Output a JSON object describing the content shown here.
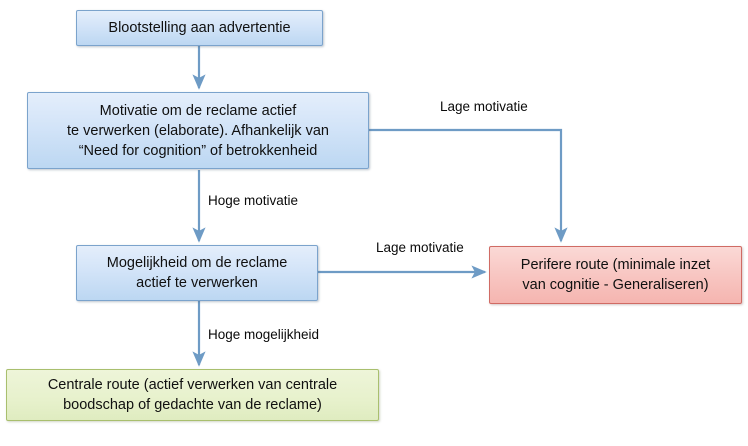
{
  "diagram": {
    "title": "Elaboration Likelihood Model flowchart",
    "language": "nl",
    "colors": {
      "node_blue_fill": "#d3e4f8",
      "node_blue_border": "#7ba3cc",
      "node_pink_fill": "#f8c6c2",
      "node_pink_border": "#d06b64",
      "node_green_fill": "#e7f1cc",
      "node_green_border": "#a9bf6e",
      "connector": "#6e9bc5",
      "text": "#101010",
      "background": "#ffffff"
    },
    "nodes": {
      "exposure": {
        "id": "exposure",
        "label": "Blootstelling aan advertentie",
        "type": "process",
        "color": "blue"
      },
      "motivation": {
        "id": "motivation",
        "label": "Motivatie om de reclame actief\nte verwerken (elaborate). Afhankelijk van\n“Need for cognition” of betrokkenheid",
        "type": "decision",
        "color": "blue"
      },
      "ability": {
        "id": "ability",
        "label": "Mogelijkheid om de reclame\nactief te verwerken",
        "type": "decision",
        "color": "blue"
      },
      "peripheral": {
        "id": "peripheral",
        "label": "Perifere route (minimale inzet\nvan cognitie - Generaliseren)",
        "type": "outcome",
        "color": "pink"
      },
      "central": {
        "id": "central",
        "label": "Centrale route (actief verwerken van centrale\nboodschap of gedachte van de reclame)",
        "type": "outcome",
        "color": "green"
      }
    },
    "edges": [
      {
        "id": "exposure-to-motivation",
        "from": "exposure",
        "to": "motivation",
        "label": "",
        "style": "straight-down"
      },
      {
        "id": "motivation-to-peripheral",
        "from": "motivation",
        "to": "peripheral",
        "label": "Lage motivatie",
        "style": "elbow-right-down"
      },
      {
        "id": "motivation-to-ability",
        "from": "motivation",
        "to": "ability",
        "label": "Hoge motivatie",
        "style": "straight-down"
      },
      {
        "id": "ability-to-peripheral",
        "from": "ability",
        "to": "peripheral",
        "label": "Lage motivatie",
        "style": "straight-right"
      },
      {
        "id": "ability-to-central",
        "from": "ability",
        "to": "central",
        "label": "Hoge mogelijkheid",
        "style": "straight-down"
      }
    ]
  }
}
